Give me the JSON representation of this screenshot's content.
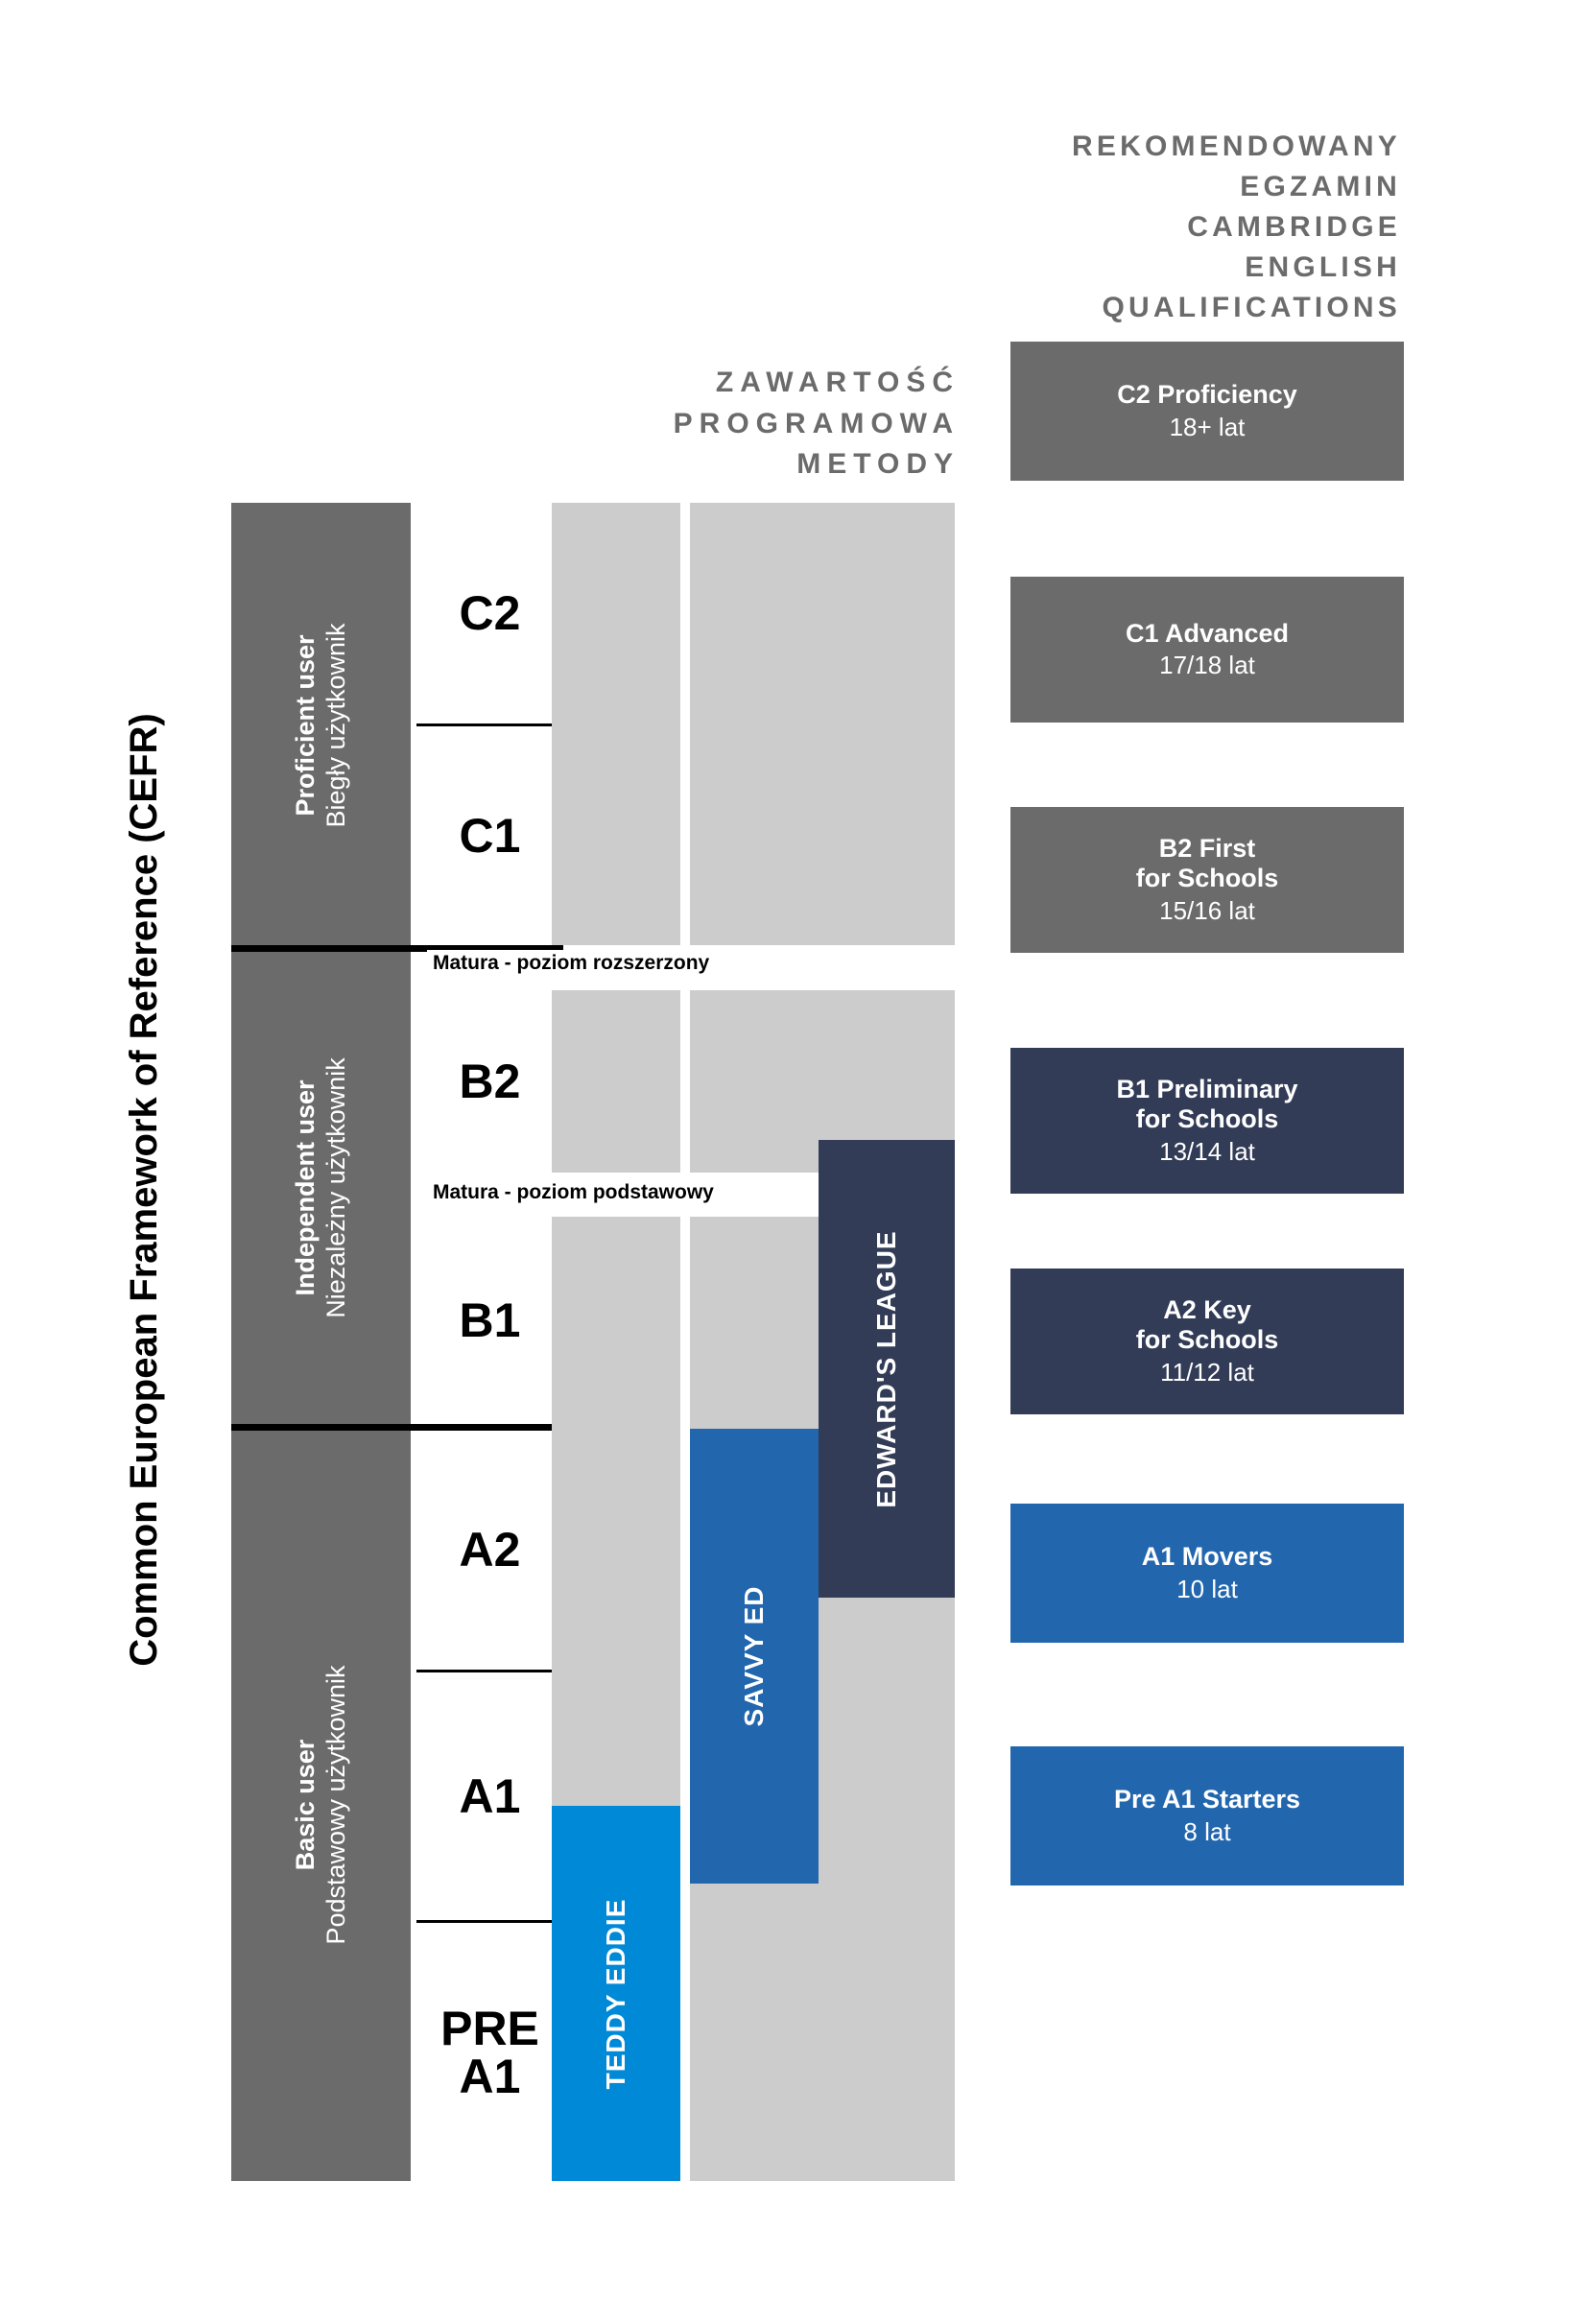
{
  "title": "Common European Framework of Reference (CEFR)",
  "programme_header": {
    "lines": [
      "ZAWARTOŚĆ",
      "PROGRAMOWA",
      "METODY"
    ]
  },
  "exam_header": {
    "lines": [
      "REKOMENDOWANY",
      "EGZAMIN",
      "CAMBRIDGE",
      "ENGLISH",
      "QUALIFICATIONS"
    ]
  },
  "user_bands": [
    {
      "en": "Proficient user",
      "pl": "Biegły użytkownik"
    },
    {
      "en": "Independent user",
      "pl": "Niezależny użytkownik"
    },
    {
      "en": "Basic user",
      "pl": "Podstawowy użytkownik"
    }
  ],
  "levels": [
    {
      "line1": "C2",
      "line2": ""
    },
    {
      "line1": "C1",
      "line2": ""
    },
    {
      "line1": "B2",
      "line2": ""
    },
    {
      "line1": "B1",
      "line2": ""
    },
    {
      "line1": "A2",
      "line2": ""
    },
    {
      "line1": "A1",
      "line2": ""
    },
    {
      "line1": "PRE",
      "line2": "A1"
    }
  ],
  "matura": {
    "rozszerzony": "Matura - poziom rozszerzony",
    "podstawowy": "Matura - poziom podstawowy"
  },
  "programmes": [
    {
      "label": "TEDDY EDDIE",
      "color": "#0089d6"
    },
    {
      "label": "SAVVY ED",
      "color": "#2266ae"
    },
    {
      "label": "EDWARD'S LEAGUE",
      "color": "#333c57"
    }
  ],
  "exams": [
    {
      "name_line1": "C2 Proficiency",
      "name_line2": "",
      "age": "18+ lat",
      "color": "#6b6b6b"
    },
    {
      "name_line1": "C1 Advanced",
      "name_line2": "",
      "age": "17/18 lat",
      "color": "#6b6b6b"
    },
    {
      "name_line1": "B2 First",
      "name_line2": "for Schools",
      "age": "15/16 lat",
      "color": "#6b6b6b"
    },
    {
      "name_line1": "B1 Preliminary",
      "name_line2": "for Schools",
      "age": "13/14 lat",
      "color": "#333c57"
    },
    {
      "name_line1": "A2 Key",
      "name_line2": "for Schools",
      "age": "11/12 lat",
      "color": "#333c57"
    },
    {
      "name_line1": "A1 Movers",
      "name_line2": "",
      "age": "10 lat",
      "color": "#2266ae"
    },
    {
      "name_line1": "Pre A1 Starters",
      "name_line2": "",
      "age": "8 lat",
      "color": "#2266ae"
    }
  ],
  "colors": {
    "band_grey": "#6b6b6b",
    "column_grey": "#cccccc",
    "teddy_blue": "#0089d6",
    "savvy_blue": "#2266ae",
    "edward_navy": "#333c57",
    "text_black": "#000000",
    "white": "#ffffff"
  },
  "chart_data": {
    "type": "table",
    "title": "Common European Framework of Reference (CEFR)",
    "categories": [
      "PRE A1",
      "A1",
      "A2",
      "B1",
      "B2",
      "C1",
      "C2"
    ],
    "series": [
      {
        "name": "Basic user / Podstawowy użytkownik",
        "levels": [
          "PRE A1",
          "A1",
          "A2"
        ]
      },
      {
        "name": "Independent user / Niezależny użytkownik",
        "levels": [
          "B1",
          "B2"
        ]
      },
      {
        "name": "Proficient user / Biegły użytkownik",
        "levels": [
          "C1",
          "C2"
        ]
      },
      {
        "name": "TEDDY EDDIE",
        "levels": [
          "PRE A1",
          "A1"
        ]
      },
      {
        "name": "SAVVY ED",
        "levels": [
          "A1",
          "A2",
          "B1"
        ]
      },
      {
        "name": "EDWARD'S LEAGUE",
        "levels": [
          "A2",
          "B1",
          "B2"
        ]
      }
    ],
    "annotations": [
      {
        "label": "Matura - poziom rozszerzony",
        "at": "between C1 and B2"
      },
      {
        "label": "Matura - poziom podstawowy",
        "at": "between B2 and B1"
      }
    ],
    "exam_mapping": [
      {
        "level": "C2",
        "exam": "C2 Proficiency",
        "age": "18+ lat"
      },
      {
        "level": "C1",
        "exam": "C1 Advanced",
        "age": "17/18 lat"
      },
      {
        "level": "B2",
        "exam": "B2 First for Schools",
        "age": "15/16 lat"
      },
      {
        "level": "B1",
        "exam": "B1 Preliminary for Schools",
        "age": "13/14 lat"
      },
      {
        "level": "A2",
        "exam": "A2 Key for Schools",
        "age": "11/12 lat"
      },
      {
        "level": "A1",
        "exam": "A1 Movers",
        "age": "10 lat"
      },
      {
        "level": "PRE A1",
        "exam": "Pre A1 Starters",
        "age": "8 lat"
      }
    ]
  }
}
